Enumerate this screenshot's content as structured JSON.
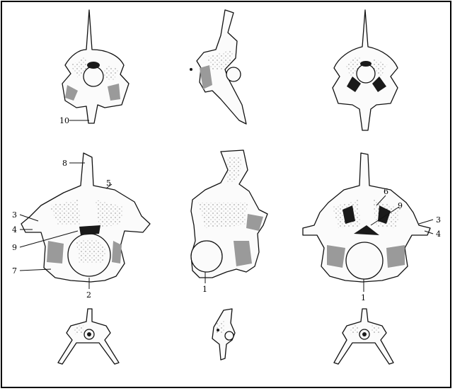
{
  "labels": {
    "l10": "10",
    "l8": "8",
    "l5": "5",
    "l3_left": "3",
    "l4_left": "4",
    "l9_left": "9",
    "l7": "7",
    "l2": "2",
    "l1_mid": "1",
    "l6": "6",
    "l9_right": "9",
    "l3_right": "3",
    "l4_right": "4",
    "l1_right": "1"
  },
  "colors": {
    "ink": "#111111",
    "paper": "#ffffff",
    "shade": "#9a9a9a"
  }
}
